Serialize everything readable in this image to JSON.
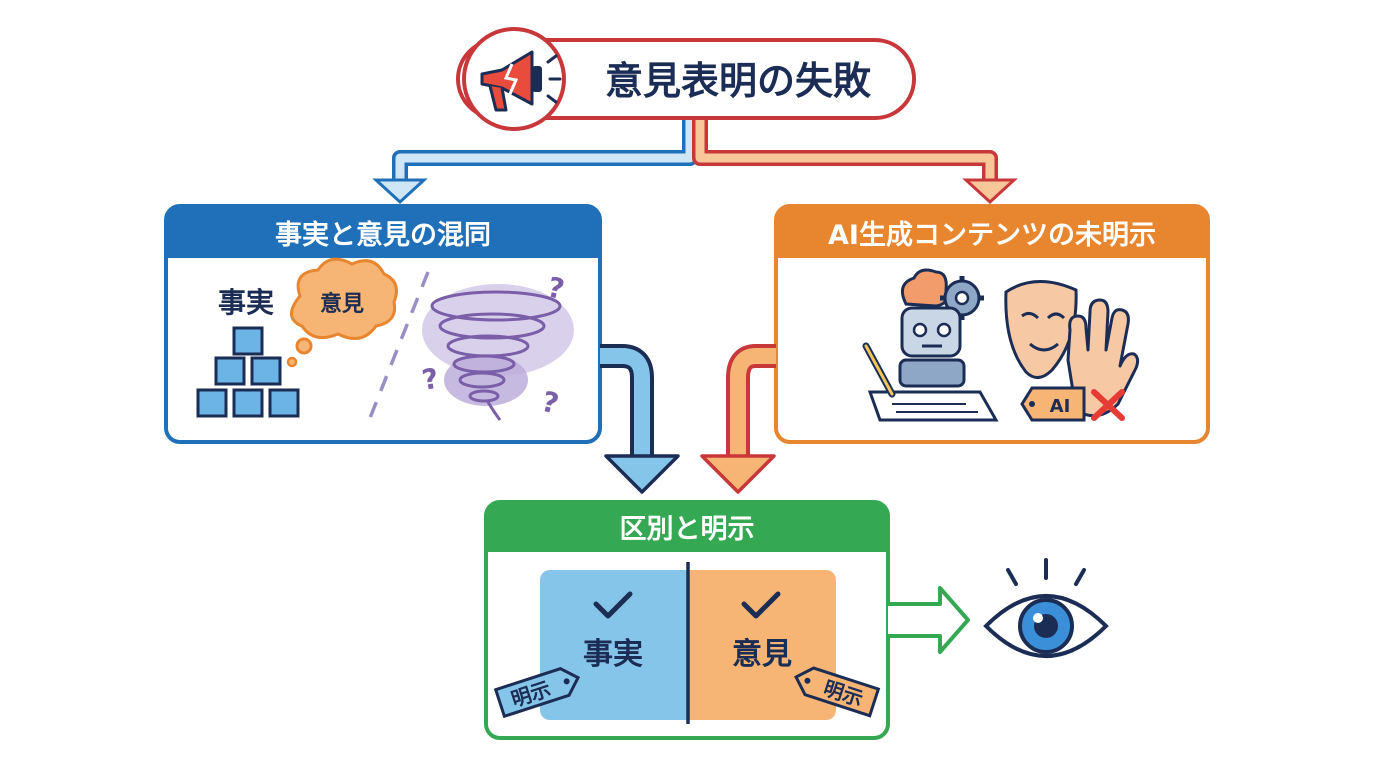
{
  "title": {
    "text": "意見表明の失敗",
    "icon": "megaphone-icon"
  },
  "left_panel": {
    "header": "事実と意見の混同",
    "fact_label": "事実",
    "opinion_bubble": "意見",
    "icons": [
      "blocks-pyramid-icon",
      "thought-bubble-icon",
      "tornado-icon",
      "question-mark-icon"
    ]
  },
  "right_panel": {
    "header": "AI生成コンテンツの未明示",
    "ai_tag": "AI",
    "icons": [
      "robot-writer-icon",
      "theater-mask-icon",
      "raised-hand-icon",
      "ai-tag-icon",
      "cross-mark-icon"
    ]
  },
  "bottom_panel": {
    "header": "区別と明示",
    "fact_label": "事実",
    "opinion_label": "意見",
    "fact_tag": "明示",
    "opinion_tag": "明示",
    "icons": [
      "check-icon",
      "eye-icon",
      "arrow-right-icon"
    ]
  },
  "colors": {
    "red": "#c8373a",
    "blue": "#1f70b8",
    "light_blue": "#86c5ea",
    "orange": "#e8862f",
    "light_orange": "#f6b574",
    "green": "#34a853",
    "navy": "#1c2d55",
    "purple": "#7a5fa8"
  }
}
